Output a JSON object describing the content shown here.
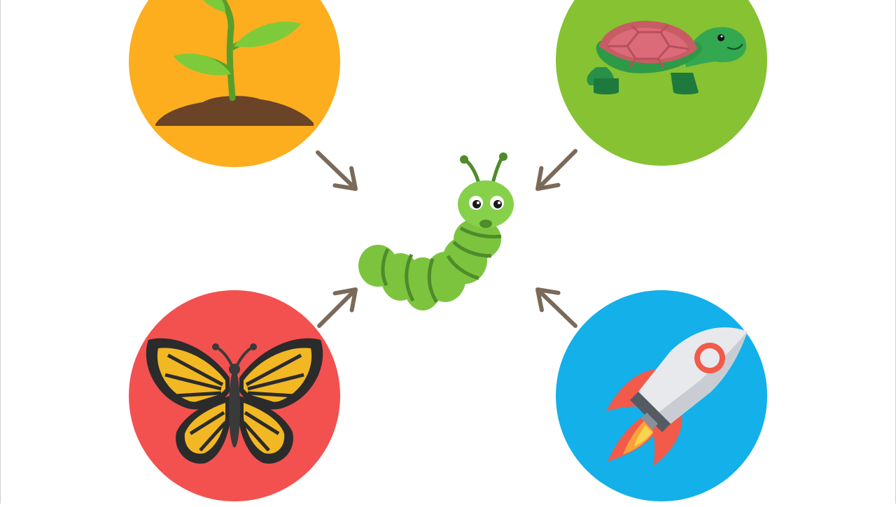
{
  "diagram": {
    "center": {
      "icon": "caterpillar-icon"
    },
    "nodes": [
      {
        "id": "seedling",
        "icon": "seedling-icon",
        "bg_color": "#FDAE1F"
      },
      {
        "id": "turtle",
        "icon": "turtle-icon",
        "bg_color": "#86C232"
      },
      {
        "id": "butterfly",
        "icon": "butterfly-icon",
        "bg_color": "#F2514F"
      },
      {
        "id": "rocket",
        "icon": "rocket-icon",
        "bg_color": "#13B0EA"
      }
    ],
    "arrow_color": "#7A6A5A",
    "arrow_direction": "toward-center"
  }
}
